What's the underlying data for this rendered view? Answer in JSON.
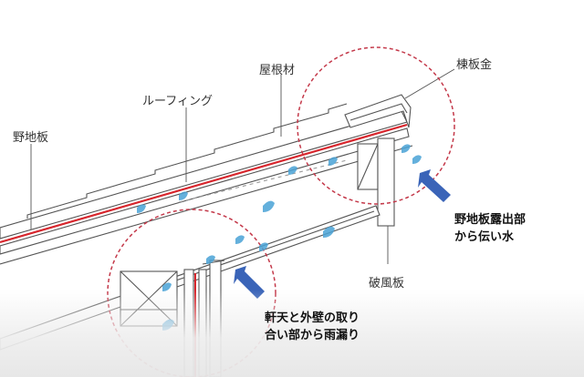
{
  "labels": {
    "roof_material": "屋根材",
    "roofing": "ルーフィング",
    "sheathing": "野地板",
    "ridge_cap": "棟板金",
    "barge_board": "破風板"
  },
  "notes": {
    "right_line1": "野地板露出部",
    "right_line2": "から伝い水",
    "bottom_line1": "軒天と外壁の取り",
    "bottom_line2": "合い部から雨漏り"
  },
  "colors": {
    "line": "#555555",
    "roofing_red": "#d7262d",
    "circle": "#c4394a",
    "water": "#4aa3d6",
    "arrow": "#3a64b8"
  }
}
